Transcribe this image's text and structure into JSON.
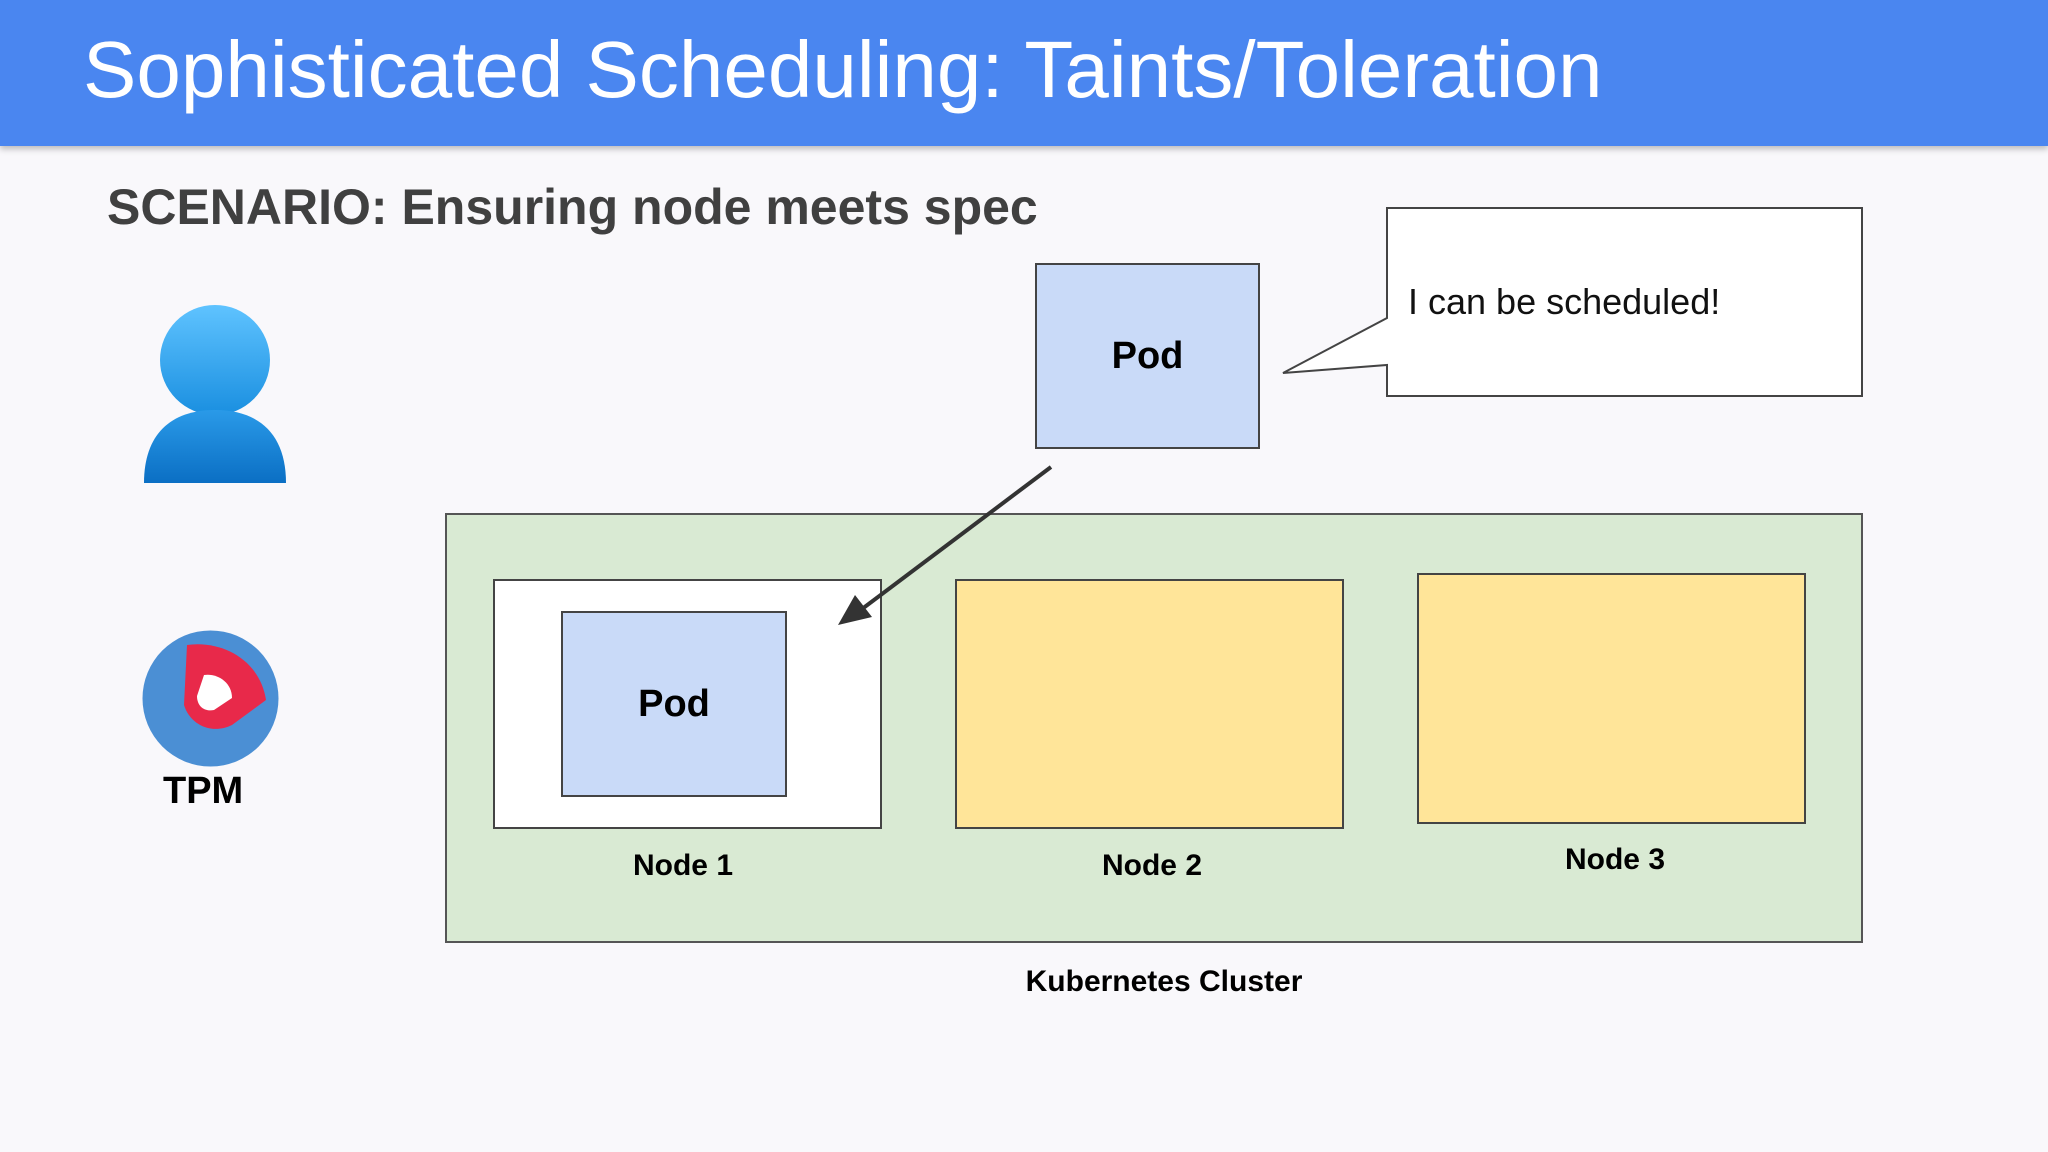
{
  "header": {
    "title": "Sophisticated Scheduling: Taints/Toleration"
  },
  "subtitle": "SCENARIO: Ensuring node meets spec",
  "user": {
    "icon": "user-icon"
  },
  "tpm": {
    "icon": "tpm-logo",
    "label": "TPM"
  },
  "pod_top": {
    "label": "Pod"
  },
  "callout": {
    "text": "I can be scheduled!"
  },
  "cluster": {
    "label": "Kubernetes Cluster",
    "nodes": [
      {
        "label": "Node 1",
        "pod_label": "Pod"
      },
      {
        "label": "Node 2"
      },
      {
        "label": "Node 3"
      }
    ]
  },
  "colors": {
    "header": "#4a86f0",
    "pod": "#c9daf8",
    "cluster": "#d9ead3",
    "node_busy": "#ffe599",
    "node_free": "#ffffff"
  }
}
